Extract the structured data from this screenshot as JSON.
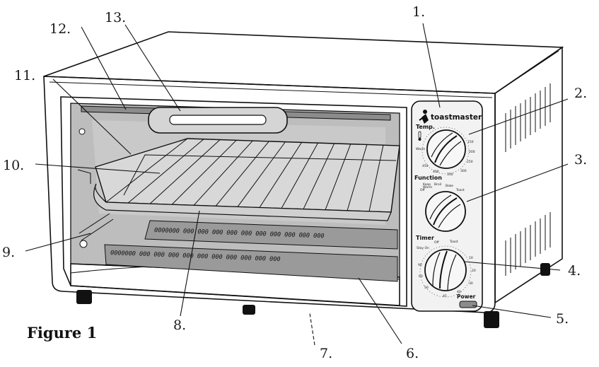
{
  "figure_caption": "Figure 1",
  "brand": "toastmaster",
  "controls": {
    "temp_label": "Temp.",
    "function_label": "Function",
    "timer_label": "Timer",
    "power_label": "Power"
  },
  "callouts": [
    "1.",
    "2.",
    "3.",
    "4.",
    "5.",
    "6.",
    "7.",
    "8.",
    "9.",
    "10.",
    "11.",
    "12.",
    "13."
  ],
  "vent_rows": {
    "upper": "0000000  000  000  000  000  000  000  000  000  000  000",
    "lower": "0000000  000  000  000  000  000  000  000  000  000  000"
  },
  "colors": {
    "outline": "#111111",
    "interior": "#bdbdbd",
    "body": "#ffffff",
    "panel": "#f2f2f2",
    "heating_element": "#8c8c8c"
  }
}
